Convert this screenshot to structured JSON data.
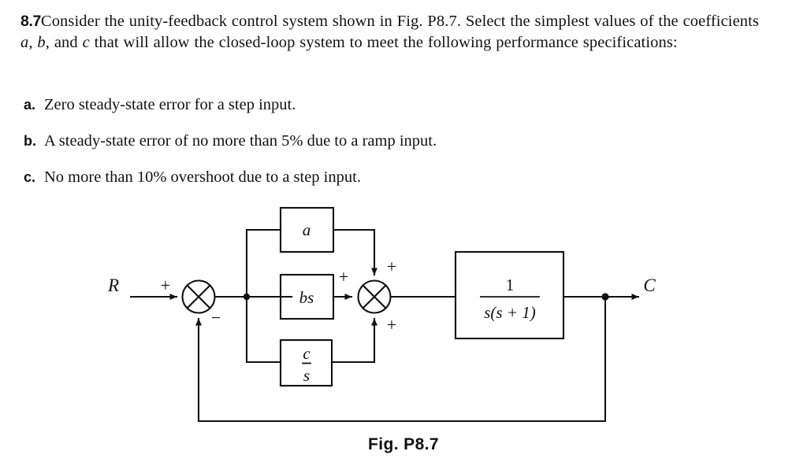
{
  "problem": {
    "number": "8.7",
    "body_pre": "Consider the unity-feedback control system shown in Fig. P8.7. Select the simplest values of the coefficients ",
    "coef_a": "a",
    "coef_sep1": ", ",
    "coef_b": "b",
    "coef_sep2": ", and ",
    "coef_c": "c",
    "body_post": " that will allow the closed-loop system to meet the following performance specifications:",
    "specs": [
      {
        "label": "a.",
        "text": "Zero steady-state error for a step input."
      },
      {
        "label": "b.",
        "text": "A steady-state error of no more than 5% due to a ramp input."
      },
      {
        "label": "c.",
        "text": "No more than 10% overshoot due to a step input."
      }
    ]
  },
  "figure": {
    "caption": "Fig. P8.7",
    "input_label": "R",
    "output_label": "C",
    "summing_junction_1": {
      "input_sign": "+",
      "feedback_sign": "−"
    },
    "summing_junction_2": {
      "top_sign": "+",
      "left_sign": "+",
      "bottom_sign": "+"
    },
    "blocks": [
      {
        "name": "proportional-block",
        "label": "a"
      },
      {
        "name": "derivative-block",
        "label": "bs"
      },
      {
        "name": "integral-block",
        "numerator": "c",
        "denominator": "s"
      },
      {
        "name": "plant-block",
        "numerator": "1",
        "denominator": "s(s + 1)"
      }
    ],
    "colors": {
      "line": "#111111",
      "background": "#ffffff"
    }
  }
}
